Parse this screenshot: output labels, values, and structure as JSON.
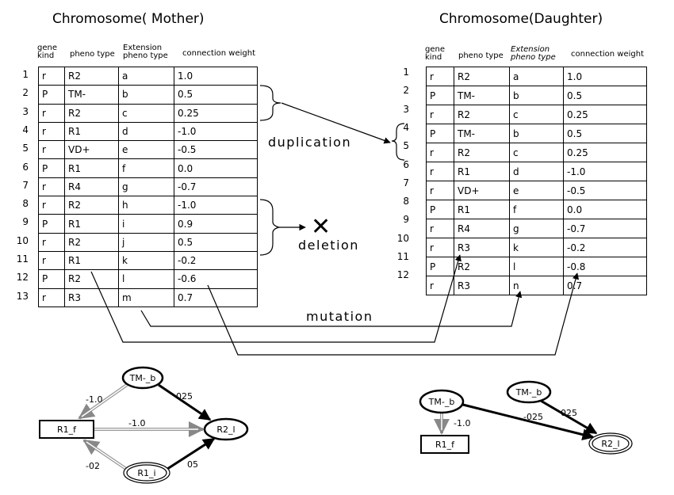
{
  "mother": {
    "title": "Chromosome( Mother)",
    "headers": {
      "gene_kind_1": "gene",
      "gene_kind_2": "kind",
      "pheno": "pheno type",
      "ext_1": "Extension",
      "ext_2": "pheno type",
      "weight": "connection weight"
    },
    "rows": [
      {
        "n": "1",
        "kind": "r",
        "pheno": "R2",
        "ext": "a",
        "weight": "1.0"
      },
      {
        "n": "2",
        "kind": "P",
        "pheno": "TM-",
        "ext": "b",
        "weight": "0.5"
      },
      {
        "n": "3",
        "kind": "r",
        "pheno": "R2",
        "ext": "c",
        "weight": "0.25"
      },
      {
        "n": "4",
        "kind": "r",
        "pheno": "R1",
        "ext": "d",
        "weight": "-1.0"
      },
      {
        "n": "5",
        "kind": "r",
        "pheno": "VD+",
        "ext": "e",
        "weight": "-0.5"
      },
      {
        "n": "6",
        "kind": "P",
        "pheno": "R1",
        "ext": "f",
        "weight": "0.0"
      },
      {
        "n": "7",
        "kind": "r",
        "pheno": "R4",
        "ext": "g",
        "weight": "-0.7"
      },
      {
        "n": "8",
        "kind": "r",
        "pheno": "R2",
        "ext": "h",
        "weight": "-1.0"
      },
      {
        "n": "9",
        "kind": "P",
        "pheno": "R1",
        "ext": "i",
        "weight": "0.9"
      },
      {
        "n": "10",
        "kind": "r",
        "pheno": "R2",
        "ext": "j",
        "weight": "0.5"
      },
      {
        "n": "11",
        "kind": "r",
        "pheno": "R1",
        "ext": "k",
        "weight": "-0.2"
      },
      {
        "n": "12",
        "kind": "P",
        "pheno": "R2",
        "ext": "l",
        "weight": "-0.6"
      },
      {
        "n": "13",
        "kind": "r",
        "pheno": "R3",
        "ext": "m",
        "weight": "0.7"
      }
    ]
  },
  "daughter": {
    "title": "Chromosome(Daughter)",
    "headers": {
      "gene_kind_1": "gene",
      "gene_kind_2": "kind",
      "pheno": "pheno type",
      "ext_1": "Extension",
      "ext_2": "pheno type",
      "weight": "connection weight"
    },
    "rows": [
      {
        "n": "1",
        "kind": "r",
        "pheno": "R2",
        "ext": "a",
        "weight": "1.0"
      },
      {
        "n": "2",
        "kind": "P",
        "pheno": "TM-",
        "ext": "b",
        "weight": "0.5"
      },
      {
        "n": "3",
        "kind": "r",
        "pheno": "R2",
        "ext": "c",
        "weight": "0.25"
      },
      {
        "n": "4",
        "kind": "P",
        "pheno": "TM-",
        "ext": "b",
        "weight": "0.5"
      },
      {
        "n": "5",
        "kind": "r",
        "pheno": "R2",
        "ext": "c",
        "weight": "0.25"
      },
      {
        "n": "6",
        "kind": "r",
        "pheno": "R1",
        "ext": "d",
        "weight": "-1.0"
      },
      {
        "n": "7",
        "kind": "r",
        "pheno": "VD+",
        "ext": "e",
        "weight": "-0.5"
      },
      {
        "n": "8",
        "kind": "P",
        "pheno": "R1",
        "ext": "f",
        "weight": "0.0"
      },
      {
        "n": "9",
        "kind": "r",
        "pheno": "R4",
        "ext": "g",
        "weight": "-0.7"
      },
      {
        "n": "10",
        "kind": "r",
        "pheno": "R3",
        "ext": "k",
        "weight": "-0.2"
      },
      {
        "n": "11",
        "kind": "P",
        "pheno": "R2",
        "ext": "l",
        "weight": "-0.8"
      },
      {
        "n": "12",
        "kind": "r",
        "pheno": "R3",
        "ext": "n",
        "weight": "0.7"
      }
    ]
  },
  "labels": {
    "duplication": "duplication",
    "deletion": "deletion",
    "mutation": "mutation"
  },
  "network_mother": {
    "nodes": {
      "tm": "TM-_b",
      "r1f": "R1_f",
      "r2l": "R2_l",
      "r1i": "R1_i"
    },
    "weights": {
      "tm_r1f": "-1.0",
      "tm_r2l": "025",
      "r1f_r2l": "-1.0",
      "r1i_r1f": "-02",
      "r1i_r2l": "05"
    }
  },
  "network_daughter": {
    "nodes": {
      "tm1": "TM-_b",
      "tm2": "TM-_b",
      "r1f": "R1_f",
      "r2l": "R2_l"
    },
    "weights": {
      "tm1_r1f": "-1.0",
      "tm1_r2l": "-025",
      "tm2_r2l": "025"
    }
  }
}
